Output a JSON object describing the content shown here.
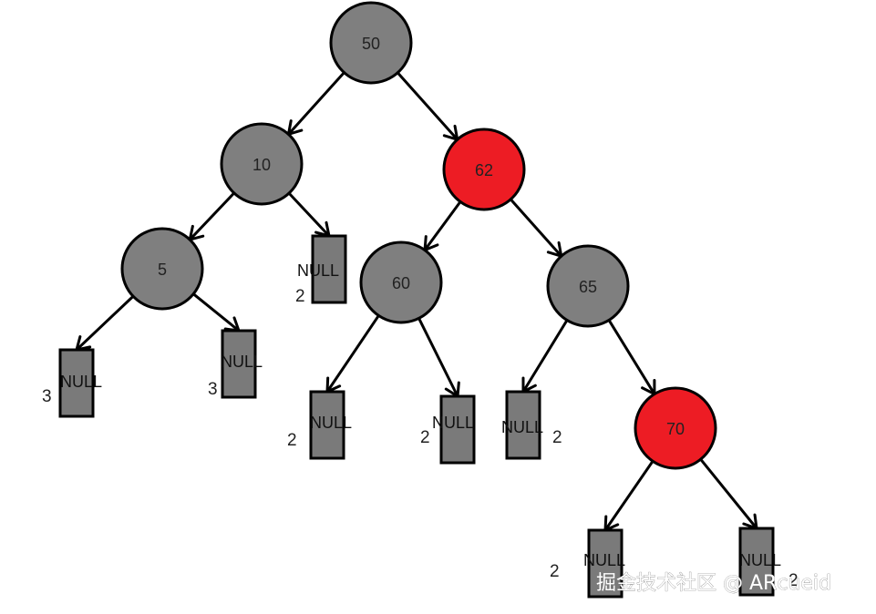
{
  "colors": {
    "black_node": "#7f7f7f",
    "red_node": "#ed1c24",
    "null_leaf": "#7a7a7a"
  },
  "nodes": [
    {
      "id": "n50",
      "label": "50",
      "color": "black"
    },
    {
      "id": "n10",
      "label": "10",
      "color": "black"
    },
    {
      "id": "n62",
      "label": "62",
      "color": "red"
    },
    {
      "id": "n5",
      "label": "5",
      "color": "black"
    },
    {
      "id": "n60",
      "label": "60",
      "color": "black"
    },
    {
      "id": "n65",
      "label": "65",
      "color": "black"
    },
    {
      "id": "n70",
      "label": "70",
      "color": "red"
    }
  ],
  "null_leaves": [
    {
      "id": "null-5-left",
      "label": "NULL",
      "count": "3"
    },
    {
      "id": "null-5-right",
      "label": "NULL",
      "count": "3"
    },
    {
      "id": "null-10-right",
      "label": "NULL",
      "count": "2"
    },
    {
      "id": "null-60-left",
      "label": "NULL",
      "count": "2"
    },
    {
      "id": "null-60-right",
      "label": "NULL",
      "count": "2"
    },
    {
      "id": "null-65-left",
      "label": "NULL",
      "count": "2"
    },
    {
      "id": "null-70-left",
      "label": "NULL",
      "count": "2"
    },
    {
      "id": "null-70-right",
      "label": "NULL",
      "count": "2"
    }
  ],
  "edges": [
    [
      "n50",
      "n10"
    ],
    [
      "n50",
      "n62"
    ],
    [
      "n10",
      "n5"
    ],
    [
      "n10",
      "null-10-right"
    ],
    [
      "n62",
      "n60"
    ],
    [
      "n62",
      "n65"
    ],
    [
      "n5",
      "null-5-left"
    ],
    [
      "n5",
      "null-5-right"
    ],
    [
      "n60",
      "null-60-left"
    ],
    [
      "n60",
      "null-60-right"
    ],
    [
      "n65",
      "null-65-left"
    ],
    [
      "n65",
      "n70"
    ],
    [
      "n70",
      "null-70-left"
    ],
    [
      "n70",
      "null-70-right"
    ]
  ],
  "watermark": "掘金技术社区 @ ARcueid"
}
